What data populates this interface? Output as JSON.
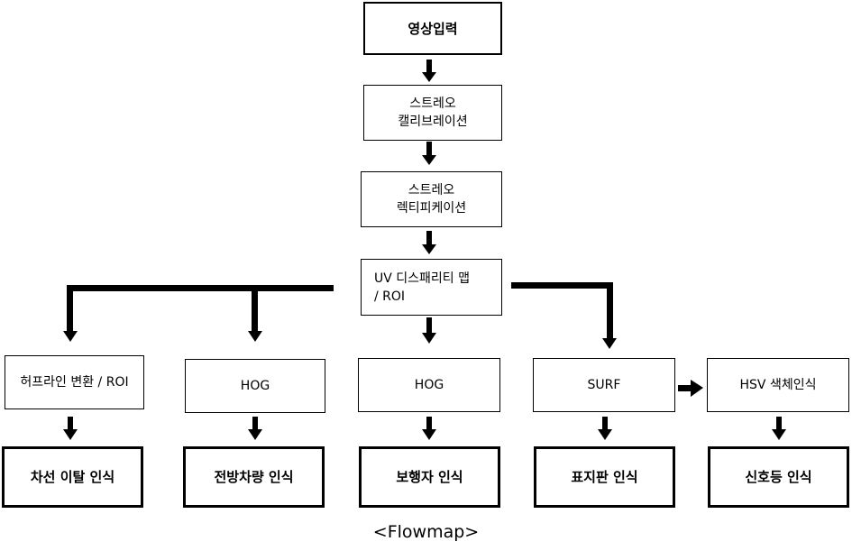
{
  "nodes": {
    "input": "영상입력",
    "calibration": "스트레오\n캘리브레이션",
    "rectification": "스트레오\n렉티피케이션",
    "disparity": "UV 디스패리티 맵\n/ ROI",
    "hough": "허프라인 변환 / ROI",
    "hog1": "HOG",
    "hog2": "HOG",
    "surf": "SURF",
    "hsv": "HSV 색체인식",
    "lane": "차선 이탈 인식",
    "vehicle": "전방차량 인식",
    "pedestrian": "보행자 인식",
    "sign": "표지판 인식",
    "signal": "신호등 인식"
  },
  "caption": "<Flowmap>"
}
